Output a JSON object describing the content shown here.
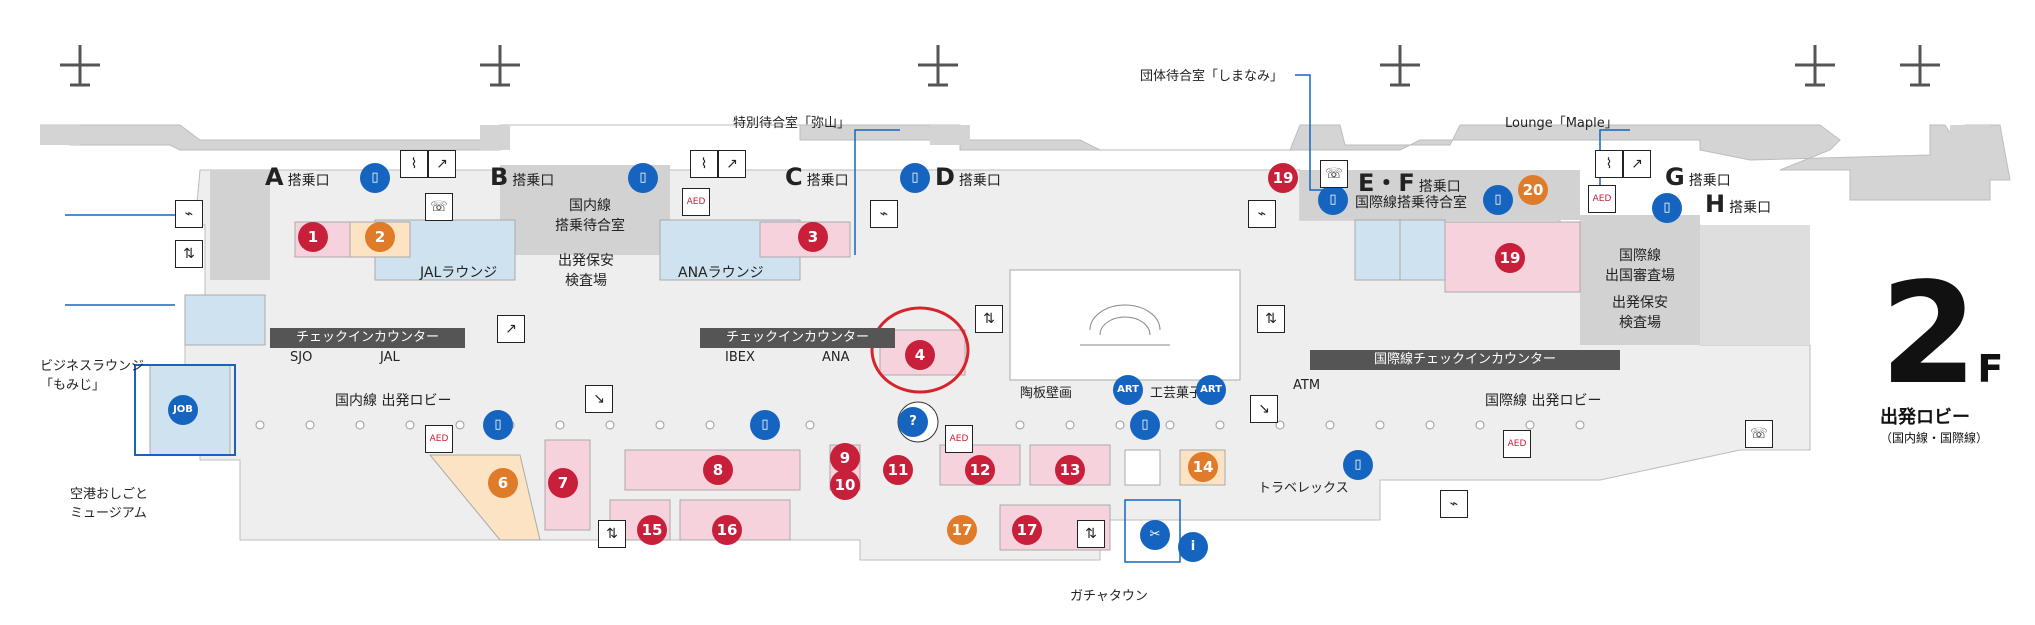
{
  "floor": {
    "number": "2",
    "suffix": "F",
    "name": "出発ロビー",
    "sub": "（国内線・国際線）"
  },
  "gates": [
    {
      "letter": "A",
      "label": "搭乗口"
    },
    {
      "letter": "B",
      "label": "搭乗口"
    },
    {
      "letter": "C",
      "label": "搭乗口"
    },
    {
      "letter": "D",
      "label": "搭乗口"
    },
    {
      "letter": "E・F",
      "label": "搭乗口"
    },
    {
      "letter": "G",
      "label": "搭乗口"
    },
    {
      "letter": "H",
      "label": "搭乗口"
    }
  ],
  "areas": {
    "dom_waiting": "国内線\n搭乗待合室",
    "intl_waiting": "国際線搭乗待合室",
    "security": "出発保安\n検査場",
    "intl_immigration": "国際線\n出国審査場",
    "intl_security": "出発保安\n検査場",
    "jal_lounge": "JALラウンジ",
    "ana_lounge": "ANAラウンジ",
    "dom_lobby": "国内線 出発ロビー",
    "intl_lobby": "国際線 出発ロビー",
    "special_room": "特別待合室「弥山」",
    "group_room": "団体待合室「しまなみ」",
    "maple": "Lounge「Maple」",
    "momiji": "ビジネスラウンジ\n「もみじ」",
    "museum": "空港おしごと\nミュージアム",
    "gacha": "ガチャタウン",
    "ceramic": "陶板壁画",
    "crafts": "工芸菓子",
    "atm": "ATM",
    "travelex": "トラベレックス"
  },
  "counters": {
    "dom_left": {
      "title": "チェックインカウンター",
      "airlines": [
        "SJO",
        "JAL"
      ]
    },
    "dom_right": {
      "title": "チェックインカウンター",
      "airlines": [
        "IBEX",
        "ANA"
      ]
    },
    "intl": {
      "title": "国際線チェックインカウンター"
    }
  },
  "shops": [
    "1",
    "2",
    "3",
    "4",
    "6",
    "7",
    "8",
    "9",
    "10",
    "11",
    "12",
    "13",
    "14",
    "15",
    "16",
    "17",
    "17",
    "19",
    "19",
    "20"
  ],
  "badges": {
    "aed": "AED",
    "art": "ART",
    "job": "JOB",
    "info": "?",
    "i": "i"
  },
  "colors": {
    "shop_red": "#c8203a",
    "shop_orange": "#e07b2a",
    "icon_blue": "#1565c0",
    "highlight": "#d8232a"
  }
}
